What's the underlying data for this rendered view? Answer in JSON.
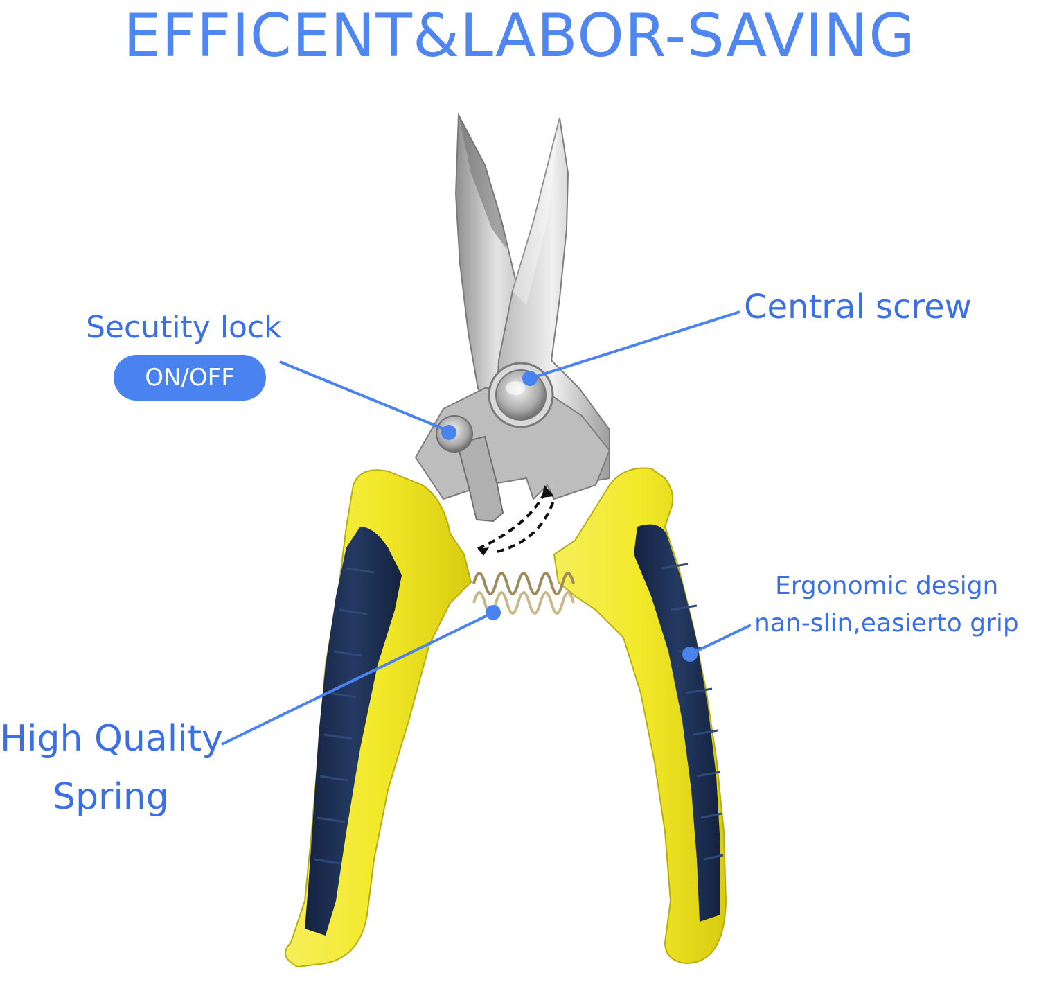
{
  "title": "EFFICENT&LABOR-SAVING",
  "callouts": {
    "security_lock": {
      "label": "Secutity lock",
      "badge": "ON/OFF"
    },
    "central_screw": {
      "label": "Central screw"
    },
    "ergonomic": {
      "line1": "Ergonomic design",
      "line2": "nan-slin,easierto grip"
    },
    "spring": {
      "line1": "High Quality",
      "line2": "Spring"
    }
  },
  "colors": {
    "accent_blue": "#4a82f0",
    "label_blue": "#3a6fe6",
    "handle_yellow": "#f3e92a",
    "grip_navy": "#1d2f52",
    "blade_steel": "#c8c8c8"
  }
}
